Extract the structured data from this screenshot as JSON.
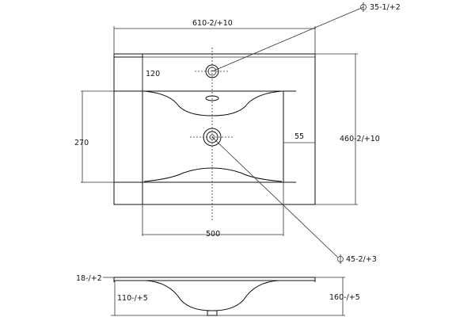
{
  "drawing": {
    "top_view": {
      "dim_width_total": "610-2/+10",
      "dim_tap_hole": "35-1/+2",
      "dim_top_offset": "120",
      "dim_bowl_height": "270",
      "dim_side_margin": "55",
      "dim_depth_total": "460-2/+10",
      "dim_bowl_width": "500",
      "dim_drain_hole": "45-2/+3",
      "diameter_symbol": "Φ"
    },
    "side_view": {
      "dim_rim_thickness": "18-/+2",
      "dim_bowl_depth": "110-/+5",
      "dim_total_height": "160-/+5"
    }
  }
}
